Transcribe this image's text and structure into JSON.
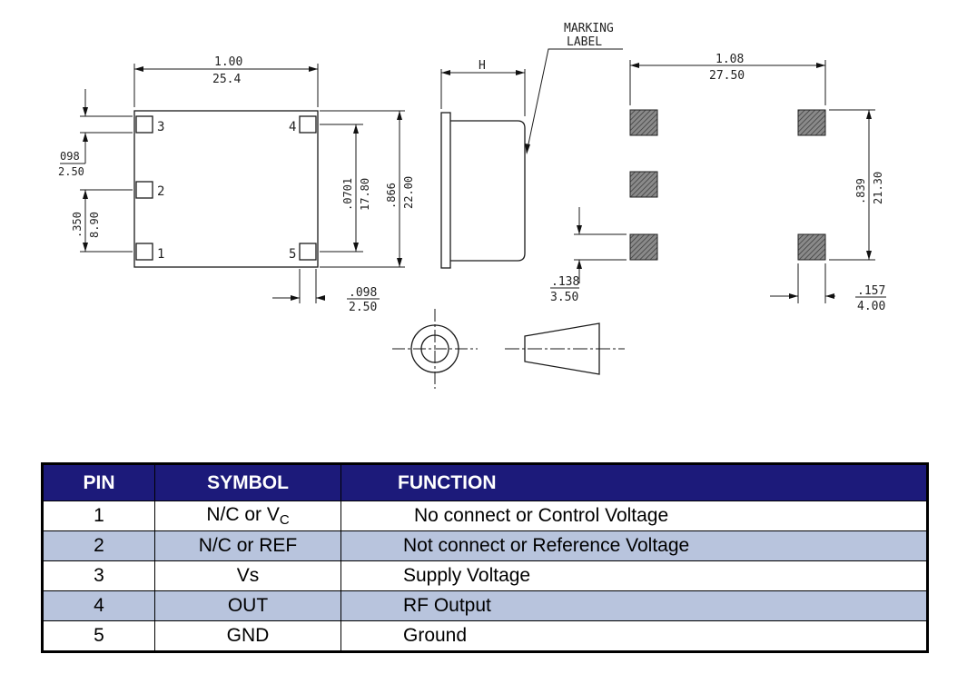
{
  "drawing": {
    "top_view": {
      "width_in": "1.00",
      "width_mm": "25.4",
      "pin_labels": [
        "1",
        "2",
        "3",
        "4",
        "5"
      ],
      "left_pitch_in": "098",
      "left_pitch_mm": "2.50",
      "left_span_in": ".350",
      "left_span_mm": "8.90",
      "right_span_in": ".0701",
      "right_span_mm": "17.80",
      "height_in": ".866",
      "height_mm": "22.00",
      "bottom_offset_in": ".098",
      "bottom_offset_mm": "2.50"
    },
    "side_view": {
      "height_label": "H",
      "marking_label_line1": "MARKING",
      "marking_label_line2": "LABEL"
    },
    "footprint": {
      "width_in": "1.08",
      "width_mm": "27.50",
      "height_in": ".839",
      "height_mm": "21.30",
      "pad_in": ".138",
      "pad_mm": "3.50",
      "pad_offset_in": ".157",
      "pad_offset_mm": "4.00"
    }
  },
  "table": {
    "headers": {
      "pin": "PIN",
      "symbol": "SYMBOL",
      "function": "FUNCTION"
    },
    "rows": [
      {
        "pin": "1",
        "symbol": "N/C or V",
        "symbol_sub": "C",
        "function": "No connect or Control Voltage"
      },
      {
        "pin": "2",
        "symbol": "N/C or REF",
        "function": "Not connect or Reference Voltage"
      },
      {
        "pin": "3",
        "symbol": "Vs",
        "function": "Supply Voltage"
      },
      {
        "pin": "4",
        "symbol": "OUT",
        "function": "RF Output"
      },
      {
        "pin": "5",
        "symbol": "GND",
        "function": "Ground"
      }
    ],
    "header_color": "#1c1a7a",
    "alt_row_color": "#b8c4dd"
  }
}
